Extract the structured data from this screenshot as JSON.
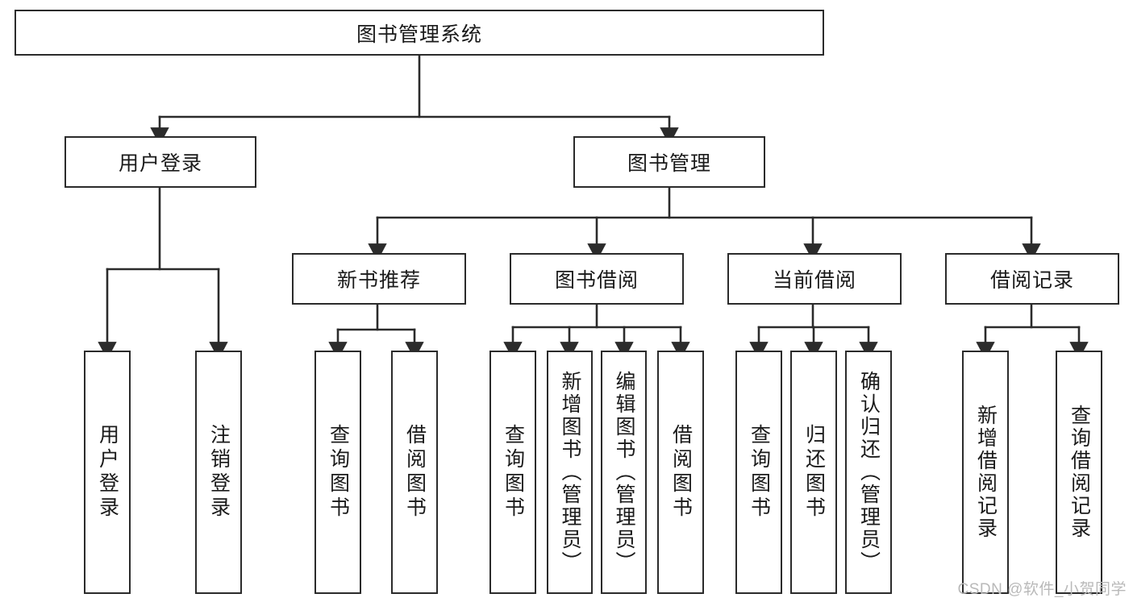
{
  "diagram": {
    "title": "图书管理系统",
    "watermark": "CSDN @软件_小贺同学",
    "line_color": "#2b2b2b",
    "box_fill": "#ffffff",
    "text_color": "#1a1a1a",
    "watermark_color": "#b9b9b9",
    "nodes": {
      "root": "图书管理系统",
      "user_login": "用户登录",
      "book_manage": "图书管理",
      "new_book_rec": "新书推荐",
      "book_borrow": "图书借阅",
      "current_borrow": "当前借阅",
      "borrow_record": "借阅记录",
      "leaf_user_login": "用户登录",
      "leaf_logout": "注销登录",
      "leaf_query_book_1": "查询图书",
      "leaf_borrow_book_1": "借阅图书",
      "leaf_query_book_2": "查询图书",
      "leaf_add_book_admin": "新增图书（管理员）",
      "leaf_edit_book_admin": "编辑图书（管理员）",
      "leaf_borrow_book_2": "借阅图书",
      "leaf_query_book_3": "查询图书",
      "leaf_return_book": "归还图书",
      "leaf_confirm_return_admin": "确认归还（管理员）",
      "leaf_add_record": "新增借阅记录",
      "leaf_query_record": "查询借阅记录"
    }
  }
}
